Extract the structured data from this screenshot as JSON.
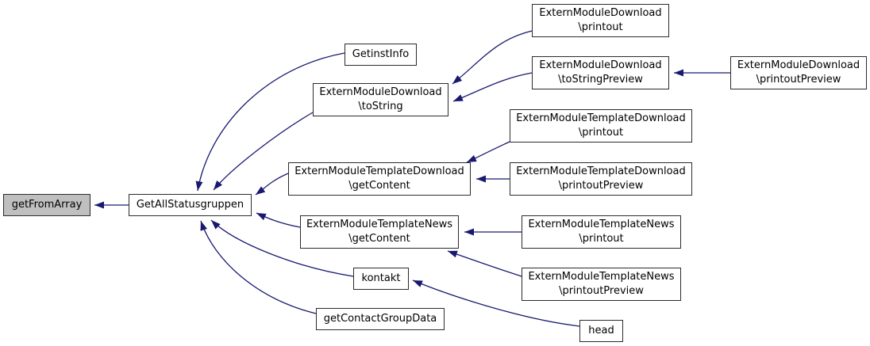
{
  "diagram": {
    "kind": "caller-graph",
    "background": "#ffffff",
    "colors": {
      "edge": "#191970",
      "node_border": "#2b2b2b",
      "node_fill": "#ffffff",
      "highlight_fill": "#bfbfbf",
      "text": "#000000"
    },
    "nodes": [
      {
        "id": "getFromArray",
        "lines": [
          "getFromArray"
        ],
        "highlighted": true
      },
      {
        "id": "GetAllStatusgruppen",
        "lines": [
          "GetAllStatusgruppen"
        ]
      },
      {
        "id": "GetinstInfo",
        "lines": [
          "GetinstInfo"
        ]
      },
      {
        "id": "ExternModuleDownload-toString",
        "lines": [
          "ExternModuleDownload",
          "\\toString"
        ]
      },
      {
        "id": "ExternModuleDownload-printout",
        "lines": [
          "ExternModuleDownload",
          "\\printout"
        ]
      },
      {
        "id": "ExternModuleDownload-toStringPreview",
        "lines": [
          "ExternModuleDownload",
          "\\toStringPreview"
        ]
      },
      {
        "id": "ExternModuleDownload-printoutPreview",
        "lines": [
          "ExternModuleDownload",
          "\\printoutPreview"
        ]
      },
      {
        "id": "ExternModuleTemplateDownload-printout",
        "lines": [
          "ExternModuleTemplateDownload",
          "\\printout"
        ]
      },
      {
        "id": "ExternModuleTemplateDownload-getContent",
        "lines": [
          "ExternModuleTemplateDownload",
          "\\getContent"
        ]
      },
      {
        "id": "ExternModuleTemplateDownload-printoutPreview",
        "lines": [
          "ExternModuleTemplateDownload",
          "\\printoutPreview"
        ]
      },
      {
        "id": "ExternModuleTemplateNews-getContent",
        "lines": [
          "ExternModuleTemplateNews",
          "\\getContent"
        ]
      },
      {
        "id": "ExternModuleTemplateNews-printout",
        "lines": [
          "ExternModuleTemplateNews",
          "\\printout"
        ]
      },
      {
        "id": "ExternModuleTemplateNews-printoutPreview",
        "lines": [
          "ExternModuleTemplateNews",
          "\\printoutPreview"
        ]
      },
      {
        "id": "kontakt",
        "lines": [
          "kontakt"
        ]
      },
      {
        "id": "getContactGroupData",
        "lines": [
          "getContactGroupData"
        ]
      },
      {
        "id": "head",
        "lines": [
          "head"
        ]
      }
    ],
    "edges": [
      {
        "from": "GetAllStatusgruppen",
        "to": "getFromArray"
      },
      {
        "from": "GetinstInfo",
        "to": "GetAllStatusgruppen"
      },
      {
        "from": "ExternModuleDownload-toString",
        "to": "GetAllStatusgruppen"
      },
      {
        "from": "ExternModuleDownload-printout",
        "to": "ExternModuleDownload-toString"
      },
      {
        "from": "ExternModuleDownload-toStringPreview",
        "to": "ExternModuleDownload-toString"
      },
      {
        "from": "ExternModuleDownload-printoutPreview",
        "to": "ExternModuleDownload-toStringPreview"
      },
      {
        "from": "ExternModuleTemplateDownload-getContent",
        "to": "GetAllStatusgruppen"
      },
      {
        "from": "ExternModuleTemplateDownload-printout",
        "to": "ExternModuleTemplateDownload-getContent"
      },
      {
        "from": "ExternModuleTemplateDownload-printoutPreview",
        "to": "ExternModuleTemplateDownload-getContent"
      },
      {
        "from": "ExternModuleTemplateNews-getContent",
        "to": "GetAllStatusgruppen"
      },
      {
        "from": "ExternModuleTemplateNews-printout",
        "to": "ExternModuleTemplateNews-getContent"
      },
      {
        "from": "ExternModuleTemplateNews-printoutPreview",
        "to": "ExternModuleTemplateNews-getContent"
      },
      {
        "from": "kontakt",
        "to": "GetAllStatusgruppen"
      },
      {
        "from": "getContactGroupData",
        "to": "GetAllStatusgruppen"
      },
      {
        "from": "head",
        "to": "kontakt"
      }
    ]
  }
}
